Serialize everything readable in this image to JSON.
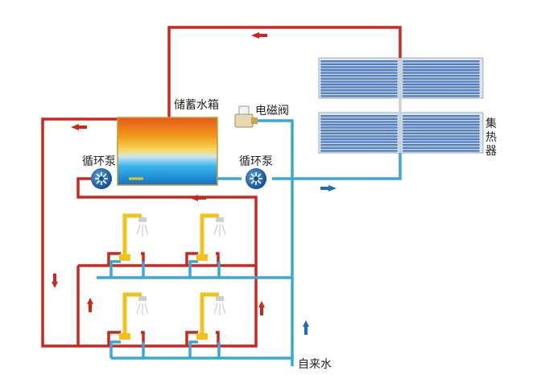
{
  "labels": {
    "tank": "储蓄水箱",
    "valve": "电磁阀",
    "pump_left": "循环泵",
    "pump_right": "循环泵",
    "collector": "集热器",
    "tap_water": "自来水"
  },
  "colors": {
    "hot_pipe": "#c8281e",
    "cold_pipe": "#3aa6dc",
    "fixture": "#f2c21b",
    "hot_arrow": "#c8281e",
    "cold_arrow": "#1f6fb5",
    "pump_body": "#1d6fb8",
    "tube_blue": "#2f63b0"
  },
  "icons": [
    "arrow-left-icon",
    "arrow-right-icon",
    "arrow-up-icon",
    "arrow-down-icon",
    "pump-icon",
    "shower-icon",
    "valve-icon"
  ]
}
